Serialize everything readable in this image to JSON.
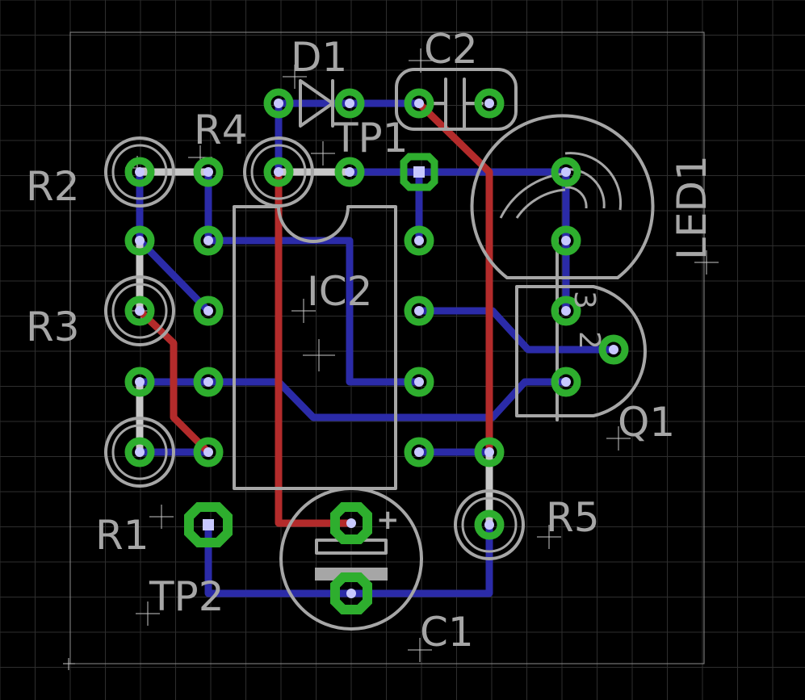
{
  "labels": {
    "d1": "D1",
    "c2": "C2",
    "r4": "R4",
    "tp1": "TP1",
    "r2": "R2",
    "r3": "R3",
    "ic2": "IC2",
    "led1": "LED1",
    "q1": "Q1",
    "r1": "R1",
    "r5": "R5",
    "tp2": "TP2",
    "c1": "C1",
    "plus": "+",
    "pin3": "3",
    "pin2": "2"
  },
  "colors": {
    "background": "#000000",
    "bottom_layer": "#2b2ba8",
    "top_layer": "#b32b2b",
    "pad": "#2eae2e",
    "silkscreen": "#a6a6a6",
    "grid": "#2e2e2e"
  }
}
